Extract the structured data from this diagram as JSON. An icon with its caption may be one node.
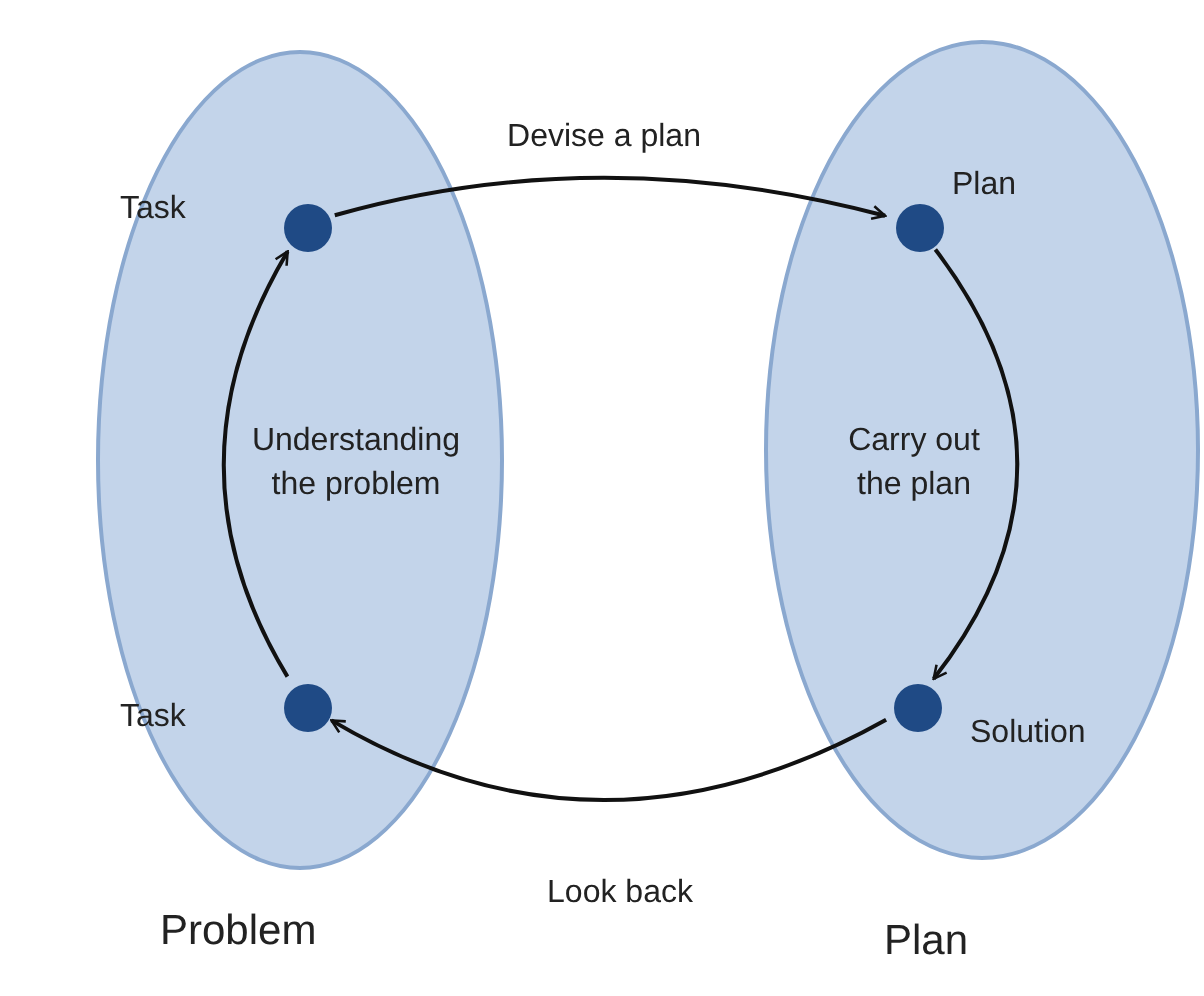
{
  "diagram": {
    "nodes": [
      {
        "text": [
          "Problem"
        ]
      },
      {
        "text": [],
        "shape": "circle",
        "beside": [
          "Task"
        ],
        "in": 0
      },
      {
        "text": [],
        "shape": "circle",
        "beside": [
          "Task"
        ],
        "in": 0
      },
      {
        "text": [
          "Plan"
        ]
      },
      {
        "text": [],
        "shape": "circle",
        "beside": [
          "Plan"
        ],
        "in": 3
      },
      {
        "text": [],
        "shape": "circle",
        "beside": [
          "Solution"
        ],
        "in": 3
      }
    ],
    "edges": [
      {
        "from": 2,
        "to": 1,
        "arrow": "to",
        "label": "Understanding the problem"
      },
      {
        "from": 1,
        "to": 4,
        "arrow": "to",
        "label": "Devise a plan"
      },
      {
        "from": 4,
        "to": 5,
        "arrow": "to",
        "label": "Carry out the plan"
      },
      {
        "from": 5,
        "to": 2,
        "arrow": "to",
        "label": "Look back"
      }
    ]
  }
}
